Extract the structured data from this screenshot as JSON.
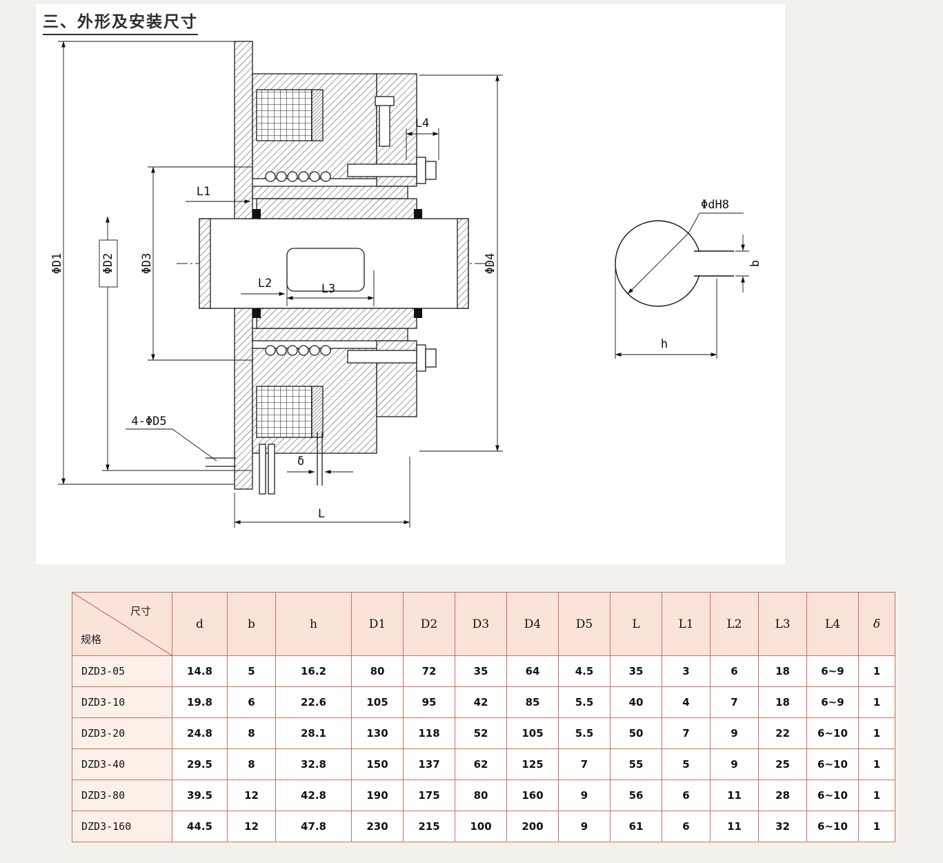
{
  "page": {
    "title": "三、外形及安装尺寸"
  },
  "drawing": {
    "labels": {
      "d1": "ΦD1",
      "d2": "ΦD2",
      "d3": "ΦD3",
      "d4": "ΦD4",
      "l1": "L1",
      "l2": "L2",
      "l3": "L3",
      "l4": "L4",
      "d5": "4-ΦD5",
      "delta": "δ",
      "l": "L",
      "dh8": "ΦdH8",
      "b": "b",
      "h": "h"
    }
  },
  "table": {
    "corner": {
      "top_label": "尺寸",
      "bottom_label": "规格"
    },
    "columns": [
      "d",
      "b",
      "h",
      "D1",
      "D2",
      "D3",
      "D4",
      "D5",
      "L",
      "L1",
      "L2",
      "L3",
      "L4",
      "δ"
    ],
    "rows": [
      {
        "model": "DZD3-05",
        "values": [
          "14.8",
          "5",
          "16.2",
          "80",
          "72",
          "35",
          "64",
          "4.5",
          "35",
          "3",
          "6",
          "18",
          "6~9",
          "1"
        ]
      },
      {
        "model": "DZD3-10",
        "values": [
          "19.8",
          "6",
          "22.6",
          "105",
          "95",
          "42",
          "85",
          "5.5",
          "40",
          "4",
          "7",
          "18",
          "6~9",
          "1"
        ]
      },
      {
        "model": "DZD3-20",
        "values": [
          "24.8",
          "8",
          "28.1",
          "130",
          "118",
          "52",
          "105",
          "5.5",
          "50",
          "7",
          "9",
          "22",
          "6~10",
          "1"
        ]
      },
      {
        "model": "DZD3-40",
        "values": [
          "29.5",
          "8",
          "32.8",
          "150",
          "137",
          "62",
          "125",
          "7",
          "55",
          "5",
          "9",
          "25",
          "6~10",
          "1"
        ]
      },
      {
        "model": "DZD3-80",
        "values": [
          "39.5",
          "12",
          "42.8",
          "190",
          "175",
          "80",
          "160",
          "9",
          "56",
          "6",
          "11",
          "28",
          "6~10",
          "1"
        ]
      },
      {
        "model": "DZD3-160",
        "values": [
          "44.5",
          "12",
          "47.8",
          "230",
          "215",
          "100",
          "200",
          "9",
          "61",
          "6",
          "11",
          "32",
          "6~10",
          "1"
        ]
      }
    ],
    "colors": {
      "border": "#c96f5f",
      "header_bg": "#fae3d9",
      "first_col_bg": "#fdf0e9"
    }
  }
}
